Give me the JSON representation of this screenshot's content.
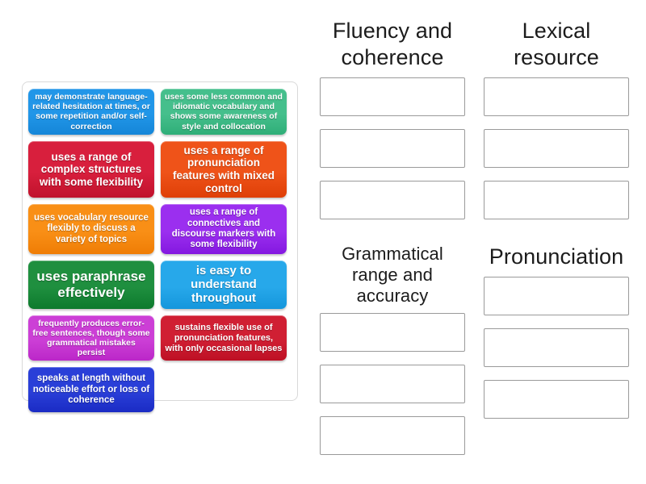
{
  "activity": {
    "type": "group-sort",
    "tray_label": "unsorted-cards"
  },
  "cards": [
    {
      "id": "card-1",
      "text": "may demonstrate language-related hesitation at times, or some repetition and/or self-correction",
      "color": "#2196e8",
      "color_dark": "#1586d8",
      "font_size": "10.5px"
    },
    {
      "id": "card-2",
      "text": "uses some less common and idiomatic vocabulary and shows some awareness of style and collocation",
      "color": "#45bf8c",
      "color_dark": "#2fae78",
      "font_size": "10.5px"
    },
    {
      "id": "card-3",
      "text": "uses a range of complex structures with some flexibility",
      "color": "#d81f3d",
      "color_dark": "#c0122c",
      "font_size": "13.5px"
    },
    {
      "id": "card-4",
      "text": "uses a range of pronunciation features with mixed control",
      "color": "#ef5319",
      "color_dark": "#df3f07",
      "font_size": "13.5px"
    },
    {
      "id": "card-5",
      "text": "uses vocabulary resource flexibly to discuss a variety of topics",
      "color": "#f98f16",
      "color_dark": "#ef7d05",
      "font_size": "11.5px"
    },
    {
      "id": "card-6",
      "text": "uses a range of connectives and discourse markers with some flexibility",
      "color": "#9b2fef",
      "color_dark": "#8418e0",
      "font_size": "11.5px"
    },
    {
      "id": "card-7",
      "text": "uses paraphrase effectively",
      "color": "#1f8f3f",
      "color_dark": "#0d7a2d",
      "font_size": "17px"
    },
    {
      "id": "card-8",
      "text": "is easy to understand throughout",
      "color": "#27a8ea",
      "color_dark": "#1596dc",
      "font_size": "15px"
    },
    {
      "id": "card-9",
      "text": "frequently produces error-free sentences, though some grammatical mistakes persist",
      "color": "#cc3fd6",
      "color_dark": "#bb27c8",
      "font_size": "10.5px"
    },
    {
      "id": "card-10",
      "text": "sustains flexible use of pronunciation features, with only occasional lapses",
      "color": "#d01f33",
      "color_dark": "#bd1024",
      "font_size": "11px"
    },
    {
      "id": "card-11",
      "text": "speaks at length without noticeable effort or loss of coherence",
      "color": "#2a3fd8",
      "color_dark": "#1a2bc4",
      "font_size": "11.5px"
    }
  ],
  "categories": [
    {
      "id": "fluency",
      "title": "Fluency and coherence",
      "title_size": "big",
      "dropzones": [
        "",
        "",
        ""
      ]
    },
    {
      "id": "lexical",
      "title": "Lexical resource",
      "title_size": "big",
      "dropzones": [
        "",
        "",
        ""
      ]
    },
    {
      "id": "grammar",
      "title": "Grammatical range and accuracy",
      "title_size": "small",
      "dropzones": [
        "",
        "",
        ""
      ]
    },
    {
      "id": "pronunciation",
      "title": "Pronunciation",
      "title_size": "big",
      "dropzones": [
        "",
        "",
        ""
      ]
    }
  ]
}
